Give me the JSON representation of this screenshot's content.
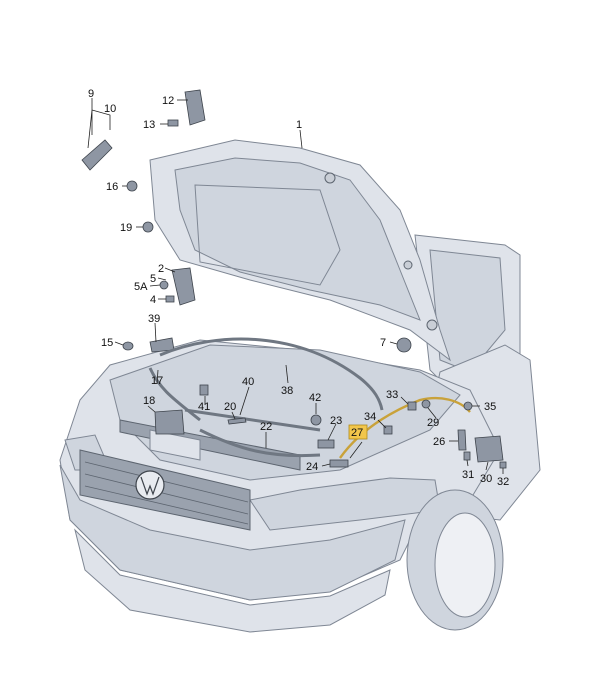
{
  "labels": {
    "l1": "1",
    "l2": "2",
    "l4": "4",
    "l5": "5",
    "l5a": "5A",
    "l7": "7",
    "l9": "9",
    "l10": "10",
    "l12": "12",
    "l13": "13",
    "l15": "15",
    "l16": "16",
    "l17": "17",
    "l18": "18",
    "l19": "19",
    "l20": "20",
    "l22": "22",
    "l23": "23",
    "l24": "24",
    "l26": "26",
    "l27": "27",
    "l29": "29",
    "l30": "30",
    "l31": "31",
    "l32": "32",
    "l33": "33",
    "l34": "34",
    "l35": "35",
    "l38": "38",
    "l39": "39",
    "l40": "40",
    "l41": "41",
    "l42": "42"
  },
  "colors": {
    "highlight": "#f2c64b",
    "release_cable": "#c9a23a",
    "line_art": "#7f8794"
  }
}
